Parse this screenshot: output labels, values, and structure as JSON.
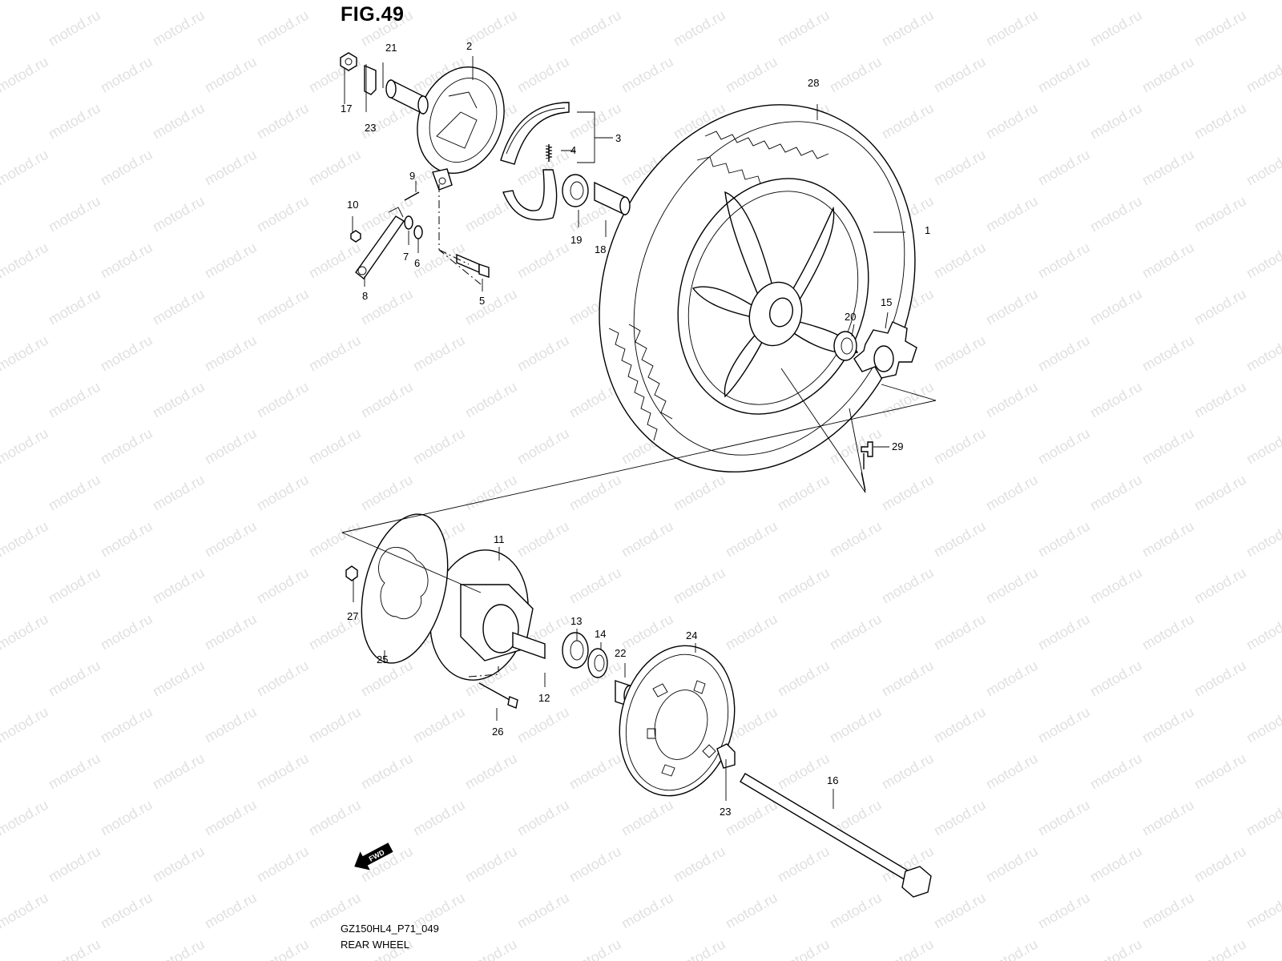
{
  "figure": {
    "title": "FIG.49",
    "ref_code": "GZ150HL4_P71_049",
    "sheet_title": "REAR WHEEL",
    "watermark": "motod.ru",
    "fwd_label": "FWD"
  },
  "callouts": [
    "1",
    "2",
    "3",
    "4",
    "5",
    "6",
    "7",
    "8",
    "9",
    "10",
    "11",
    "12",
    "13",
    "14",
    "15",
    "16",
    "17",
    "18",
    "19",
    "20",
    "21",
    "22",
    "23",
    "23",
    "24",
    "25",
    "26",
    "27",
    "28",
    "29"
  ],
  "icons": {
    "fwd_arrow": "fwd-arrow-icon"
  }
}
